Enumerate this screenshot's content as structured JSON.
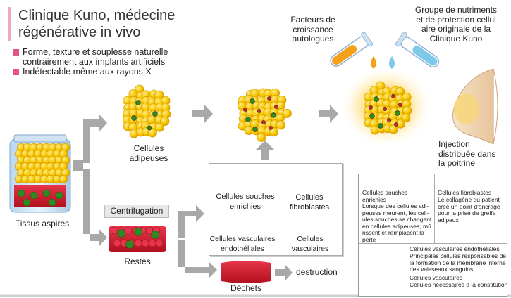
{
  "title": "Clinique Kuno, médecine\nrégénérative in vivo",
  "bullets": [
    "Forme, texture et souplesse naturelle\ncontrairement aux implants artificiels",
    "Indétectable même aux rayons X"
  ],
  "labels": {
    "growth_factors": "Facteurs de\ncroissance\nautologues",
    "nutrients": "Groupe de nutriments\net  de protection cellul\naire originale de la\nClinique Kuno",
    "adipose_cells": "Cellules\nadipeuses",
    "aspirated": "Tissus aspirés",
    "centrifugation": "Centrifugation",
    "remainder": "Restes",
    "waste": "Déchets",
    "destruction": "destruction",
    "injection": "Injection\ndistribuée dans\nla poitrine",
    "stem_cells": "Cellules souches\nenrichies",
    "fibroblasts": "Cellules\nfibroblastes",
    "vascular_endo": "Cellules vasculaires\nendothéliales",
    "vascular": "Cellules\nvasculaires"
  },
  "legend": {
    "stem_title": "Cellules souches\nenrichies",
    "stem_desc": "Lorsque des cellules adi-\npeuses meurent, les cell-\nules souches se changent\nen cellules adipeuses, mû\nrissent et remplacent la\nperte",
    "fibro_title": "Cellules fibroblastes",
    "fibro_desc": "Le collagène du patient\ncrée un point d'ancrage\npour la prise de greffe\nadipeux",
    "endo_title": "Cellules vasculaires endothéliales",
    "endo_desc": "Principales cellules responsables de\nla formation de la membrane interne\ndes vaisseaux sanguins.",
    "vasc_title": "Cellules vasculaires",
    "vasc_desc": "Cellules nécessaires à  la constitution"
  },
  "colors": {
    "fat_yellow": "#f5c400",
    "pink": "#e4538a",
    "red": "#d0243a",
    "green": "#3a9a2a",
    "arrow_gray": "#a8a8a8",
    "tube_orange": "#f5a21a",
    "tube_blue": "#7ec8ea"
  }
}
